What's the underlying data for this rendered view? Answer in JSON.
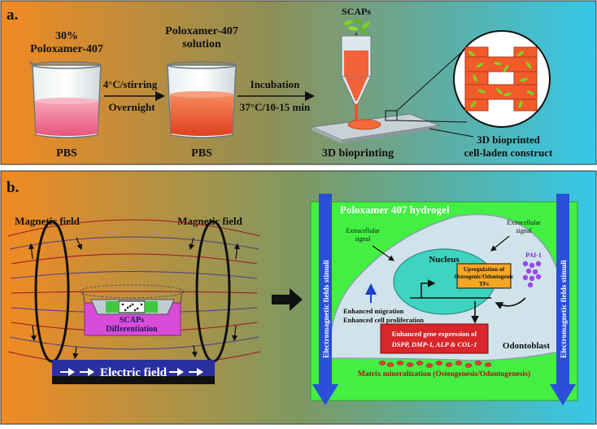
{
  "panel_a": {
    "label": "a.",
    "beaker1_top": "30%",
    "beaker1_bottom_text": "Poloxamer-407",
    "beaker1_base": "PBS",
    "step1_top": "4°C/stirring",
    "step1_bottom": "Overnight",
    "beaker2_top": "Poloxamer-407",
    "beaker2_bottom_text": "solution",
    "beaker2_base": "PBS",
    "step2_top": "Incubation",
    "step2_bottom": "37°C/10-15 min",
    "cells_label": "SCAPs",
    "printer_label": "3D bioprinting",
    "construct_line1": "3D bioprinted",
    "construct_line2": "cell-laden construct"
  },
  "panel_b": {
    "label": "b.",
    "magnetic_left": "Magnetic field",
    "magnetic_right": "Magnetic field",
    "electric": "Electric field",
    "dish_line1": "SCAPs",
    "dish_line2": "Differentiation",
    "hydrogel_title": "Poloxamer 407 hydrogel",
    "side_arrow_text": "Electromagnetic fields stimuli",
    "extracellular_left_1": "Extracellular",
    "extracellular_left_2": "signal",
    "extracellular_right_1": "Extracellular",
    "extracellular_right_2": "signal",
    "nucleus": "Nucleus",
    "upregulation_1": "Upregulation of",
    "upregulation_2": "Osteogenic/Odontogenic",
    "upregulation_3": "TFs",
    "pai": "PAI-1",
    "migration": "Enhanced migration",
    "proliferation": "Enhanced cell proliferation",
    "gene_1": "Enhanced gene expression of",
    "gene_2": "DSPP, DMP-1, ALP & COL-1",
    "odontoblast": "Odontoblast",
    "matrix": "Matrix mineralization (Osteogenesis/Odontogenesis)"
  },
  "colors": {
    "gradient_left": "#f28c24",
    "gradient_right": "#34c6e6",
    "hydrogel": "#4cf24c",
    "arrow_blue": "#2a4fd8",
    "electric_bar": "#2a2fa0",
    "upregulation_box": "#f5a623",
    "gene_box": "#d8262b"
  }
}
